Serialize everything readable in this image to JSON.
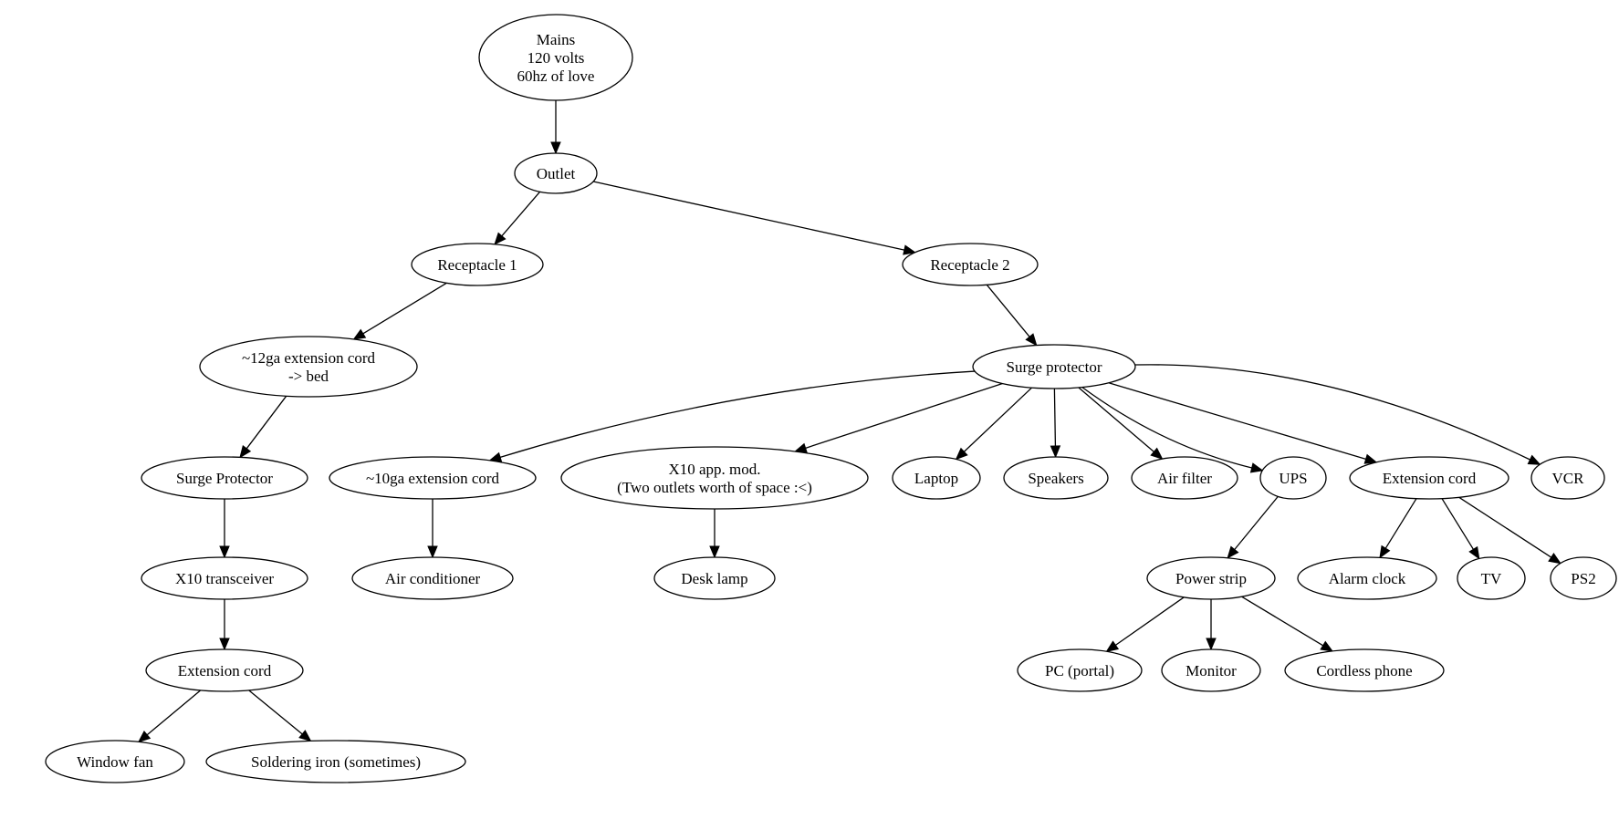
{
  "nodes": [
    {
      "id": "mains",
      "lines": [
        "Mains",
        "120 volts",
        "60hz of love"
      ]
    },
    {
      "id": "outlet",
      "lines": [
        "Outlet"
      ]
    },
    {
      "id": "receptacle1",
      "lines": [
        "Receptacle 1"
      ]
    },
    {
      "id": "receptacle2",
      "lines": [
        "Receptacle 2"
      ]
    },
    {
      "id": "ext12",
      "lines": [
        "~12ga extension cord",
        "-> bed"
      ]
    },
    {
      "id": "surge_protector_a",
      "lines": [
        "Surge Protector"
      ]
    },
    {
      "id": "x10_transceiver",
      "lines": [
        "X10 transceiver"
      ]
    },
    {
      "id": "extension_cord_a",
      "lines": [
        "Extension cord"
      ]
    },
    {
      "id": "window_fan",
      "lines": [
        "Window fan"
      ]
    },
    {
      "id": "soldering_iron",
      "lines": [
        "Soldering iron (sometimes)"
      ]
    },
    {
      "id": "surge_protector_b",
      "lines": [
        "Surge protector"
      ]
    },
    {
      "id": "ext10",
      "lines": [
        "~10ga extension cord"
      ]
    },
    {
      "id": "air_conditioner",
      "lines": [
        "Air conditioner"
      ]
    },
    {
      "id": "x10_app_mod",
      "lines": [
        "X10 app. mod.",
        "(Two outlets worth of space :<)"
      ]
    },
    {
      "id": "desk_lamp",
      "lines": [
        "Desk lamp"
      ]
    },
    {
      "id": "laptop",
      "lines": [
        "Laptop"
      ]
    },
    {
      "id": "speakers",
      "lines": [
        "Speakers"
      ]
    },
    {
      "id": "air_filter",
      "lines": [
        "Air filter"
      ]
    },
    {
      "id": "ups",
      "lines": [
        "UPS"
      ]
    },
    {
      "id": "power_strip",
      "lines": [
        "Power strip"
      ]
    },
    {
      "id": "pc_portal",
      "lines": [
        "PC (portal)"
      ]
    },
    {
      "id": "monitor",
      "lines": [
        "Monitor"
      ]
    },
    {
      "id": "cordless_phone",
      "lines": [
        "Cordless phone"
      ]
    },
    {
      "id": "extension_cord_b",
      "lines": [
        "Extension cord"
      ]
    },
    {
      "id": "alarm_clock",
      "lines": [
        "Alarm clock"
      ]
    },
    {
      "id": "tv",
      "lines": [
        "TV"
      ]
    },
    {
      "id": "ps2",
      "lines": [
        "PS2"
      ]
    },
    {
      "id": "vcr",
      "lines": [
        "VCR"
      ]
    }
  ],
  "edges": [
    {
      "from": "mains",
      "to": "outlet"
    },
    {
      "from": "outlet",
      "to": "receptacle1"
    },
    {
      "from": "outlet",
      "to": "receptacle2"
    },
    {
      "from": "receptacle1",
      "to": "ext12"
    },
    {
      "from": "ext12",
      "to": "surge_protector_a"
    },
    {
      "from": "surge_protector_a",
      "to": "x10_transceiver"
    },
    {
      "from": "x10_transceiver",
      "to": "extension_cord_a"
    },
    {
      "from": "extension_cord_a",
      "to": "window_fan"
    },
    {
      "from": "extension_cord_a",
      "to": "soldering_iron"
    },
    {
      "from": "receptacle2",
      "to": "surge_protector_b"
    },
    {
      "from": "surge_protector_b",
      "to": "ext10"
    },
    {
      "from": "surge_protector_b",
      "to": "x10_app_mod"
    },
    {
      "from": "surge_protector_b",
      "to": "laptop"
    },
    {
      "from": "surge_protector_b",
      "to": "speakers"
    },
    {
      "from": "surge_protector_b",
      "to": "air_filter"
    },
    {
      "from": "surge_protector_b",
      "to": "ups"
    },
    {
      "from": "surge_protector_b",
      "to": "extension_cord_b"
    },
    {
      "from": "surge_protector_b",
      "to": "vcr"
    },
    {
      "from": "ext10",
      "to": "air_conditioner"
    },
    {
      "from": "x10_app_mod",
      "to": "desk_lamp"
    },
    {
      "from": "ups",
      "to": "power_strip"
    },
    {
      "from": "power_strip",
      "to": "pc_portal"
    },
    {
      "from": "power_strip",
      "to": "monitor"
    },
    {
      "from": "power_strip",
      "to": "cordless_phone"
    },
    {
      "from": "extension_cord_b",
      "to": "alarm_clock"
    },
    {
      "from": "extension_cord_b",
      "to": "tv"
    },
    {
      "from": "extension_cord_b",
      "to": "ps2"
    }
  ]
}
